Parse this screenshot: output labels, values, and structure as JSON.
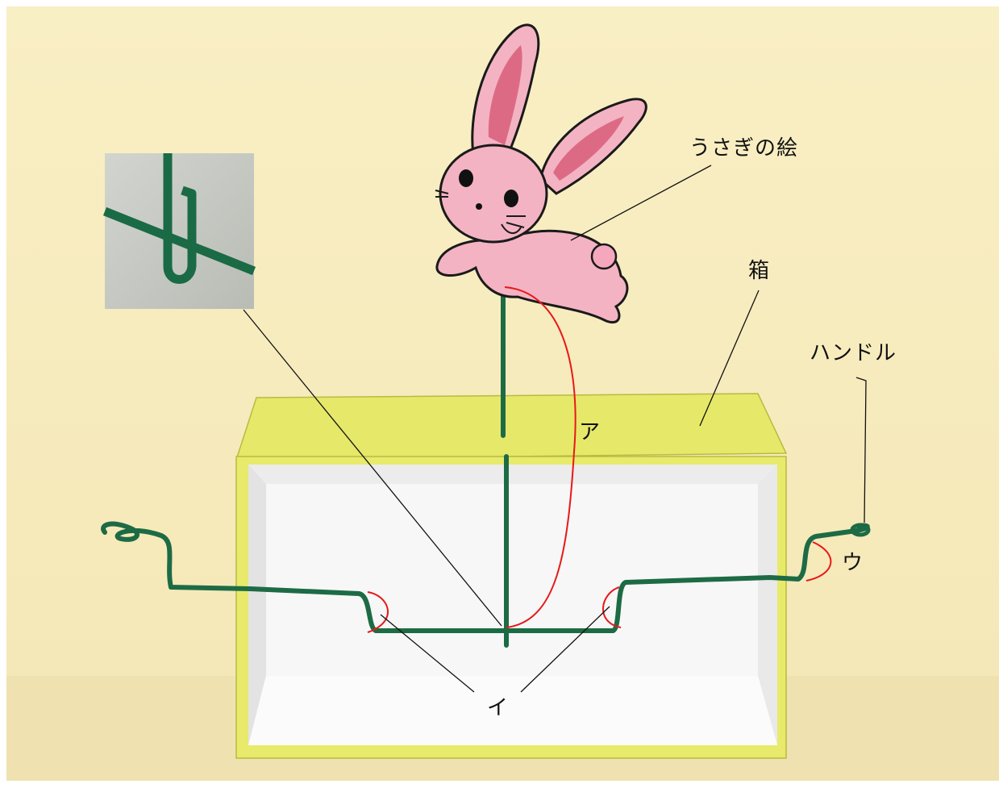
{
  "labels": {
    "rabbit_drawing": "うさぎの絵",
    "box": "箱",
    "handle": "ハンドル",
    "angle_a": "ア",
    "angle_i": "イ",
    "angle_u": "ウ"
  },
  "colors": {
    "background_wall": "#f8eec0",
    "table": "#efe2b0",
    "box_frame": "#e8ea6c",
    "box_inside": "#f6f6f6",
    "wire": "#1d6b45",
    "angle_marker": "#e81818",
    "leader_line": "#111111",
    "rabbit_body": "#f3b3c3",
    "rabbit_ear_inner": "#dd6a84",
    "inset_background": "#c9ccc6"
  }
}
